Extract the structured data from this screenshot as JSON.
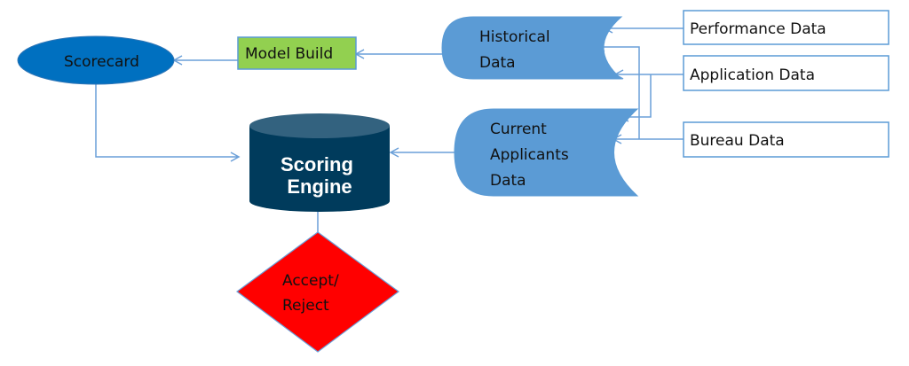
{
  "diagram": {
    "type": "flowchart",
    "nodes": {
      "scorecard": {
        "label": "Scorecard",
        "shape": "ellipse",
        "color": "#0070c0"
      },
      "model_build": {
        "label": "Model Build",
        "shape": "rectangle",
        "color": "#92d050"
      },
      "historical_data": {
        "label_lines": [
          "Historical",
          "Data"
        ],
        "shape": "stored-data",
        "color": "#5b9bd5"
      },
      "current_applicants_data": {
        "label_lines": [
          "Current",
          "Applicants",
          "Data"
        ],
        "shape": "stored-data",
        "color": "#5b9bd5"
      },
      "scoring_engine": {
        "label_lines": [
          "Scoring",
          "Engine"
        ],
        "shape": "cylinder",
        "color": "#003b5c",
        "top_color": "#33627f"
      },
      "accept_reject": {
        "label_lines": [
          "Accept/",
          "Reject"
        ],
        "shape": "diamond",
        "color": "#ff0000"
      },
      "performance_data": {
        "label": "Performance Data",
        "shape": "rectangle",
        "color": "#ffffff"
      },
      "application_data": {
        "label": "Application Data",
        "shape": "rectangle",
        "color": "#ffffff"
      },
      "bureau_data": {
        "label": "Bureau Data",
        "shape": "rectangle",
        "color": "#ffffff"
      }
    },
    "edges": [
      {
        "from": "performance_data",
        "to": "historical_data"
      },
      {
        "from": "application_data",
        "to": "historical_data"
      },
      {
        "from": "application_data",
        "to": "current_applicants_data"
      },
      {
        "from": "bureau_data",
        "to": "historical_data"
      },
      {
        "from": "bureau_data",
        "to": "current_applicants_data"
      },
      {
        "from": "historical_data",
        "to": "model_build"
      },
      {
        "from": "model_build",
        "to": "scorecard"
      },
      {
        "from": "scorecard",
        "to": "scoring_engine"
      },
      {
        "from": "current_applicants_data",
        "to": "scoring_engine"
      },
      {
        "from": "scoring_engine",
        "to": "accept_reject"
      }
    ],
    "connector_color": "#6a9fd8",
    "border_color": "#5b9bd5"
  }
}
